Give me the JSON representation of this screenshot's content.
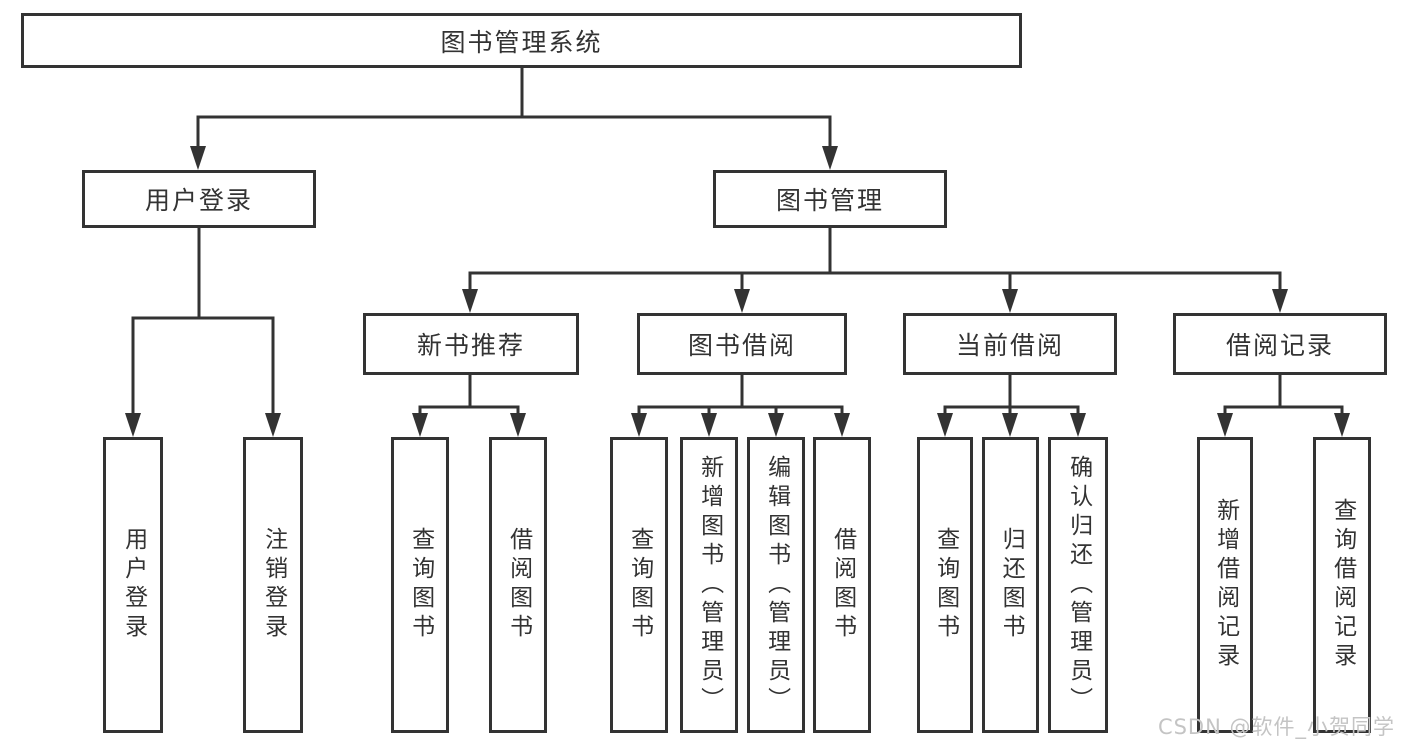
{
  "colors": {
    "line": "#333333",
    "border": "#333333",
    "text": "#333333",
    "watermark": "#c4c4c4",
    "background": "#ffffff"
  },
  "watermark": {
    "text": "CSDN @软件_小贺同学"
  },
  "tree": {
    "root": {
      "label": "图书管理系统",
      "children": [
        {
          "label": "用户登录",
          "children": [
            {
              "label": "用户登录"
            },
            {
              "label": "注销登录"
            }
          ]
        },
        {
          "label": "图书管理",
          "children": [
            {
              "label": "新书推荐",
              "children": [
                {
                  "label": "查询图书"
                },
                {
                  "label": "借阅图书"
                }
              ]
            },
            {
              "label": "图书借阅",
              "children": [
                {
                  "label": "查询图书"
                },
                {
                  "label": "新增图书（管理员）"
                },
                {
                  "label": "编辑图书（管理员）"
                },
                {
                  "label": "借阅图书"
                }
              ]
            },
            {
              "label": "当前借阅",
              "children": [
                {
                  "label": "查询图书"
                },
                {
                  "label": "归还图书"
                },
                {
                  "label": "确认归还（管理员）"
                }
              ]
            },
            {
              "label": "借阅记录",
              "children": [
                {
                  "label": "新增借阅记录"
                },
                {
                  "label": "查询借阅记录"
                }
              ]
            }
          ]
        }
      ]
    }
  }
}
